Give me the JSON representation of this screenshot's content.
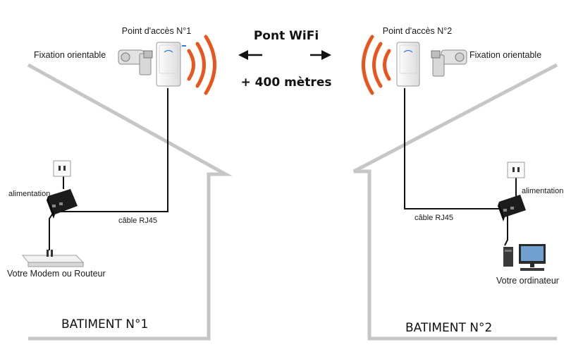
{
  "diagram": {
    "title": "Pont WiFi",
    "distance": "+ 400 mètres",
    "building_left": {
      "name": "BATIMENT N°1",
      "access_point": "Point d'accès N°1",
      "mount": "Fixation orientable",
      "power": "alimentation",
      "cable": "câble RJ45",
      "device": "Votre Modem ou Routeur"
    },
    "building_right": {
      "name": "BATIMENT N°2",
      "access_point": "Point d'accès N°2",
      "mount": "Fixation orientable",
      "power": "alimentation",
      "cable": "câble RJ45",
      "device": "Votre ordinateur"
    }
  },
  "colors": {
    "wall": "#c8c8c8",
    "signal": "#e8561d",
    "cable": "#111111",
    "device_dark": "#1c1c1c",
    "ap_body": "#f4f4f4"
  }
}
